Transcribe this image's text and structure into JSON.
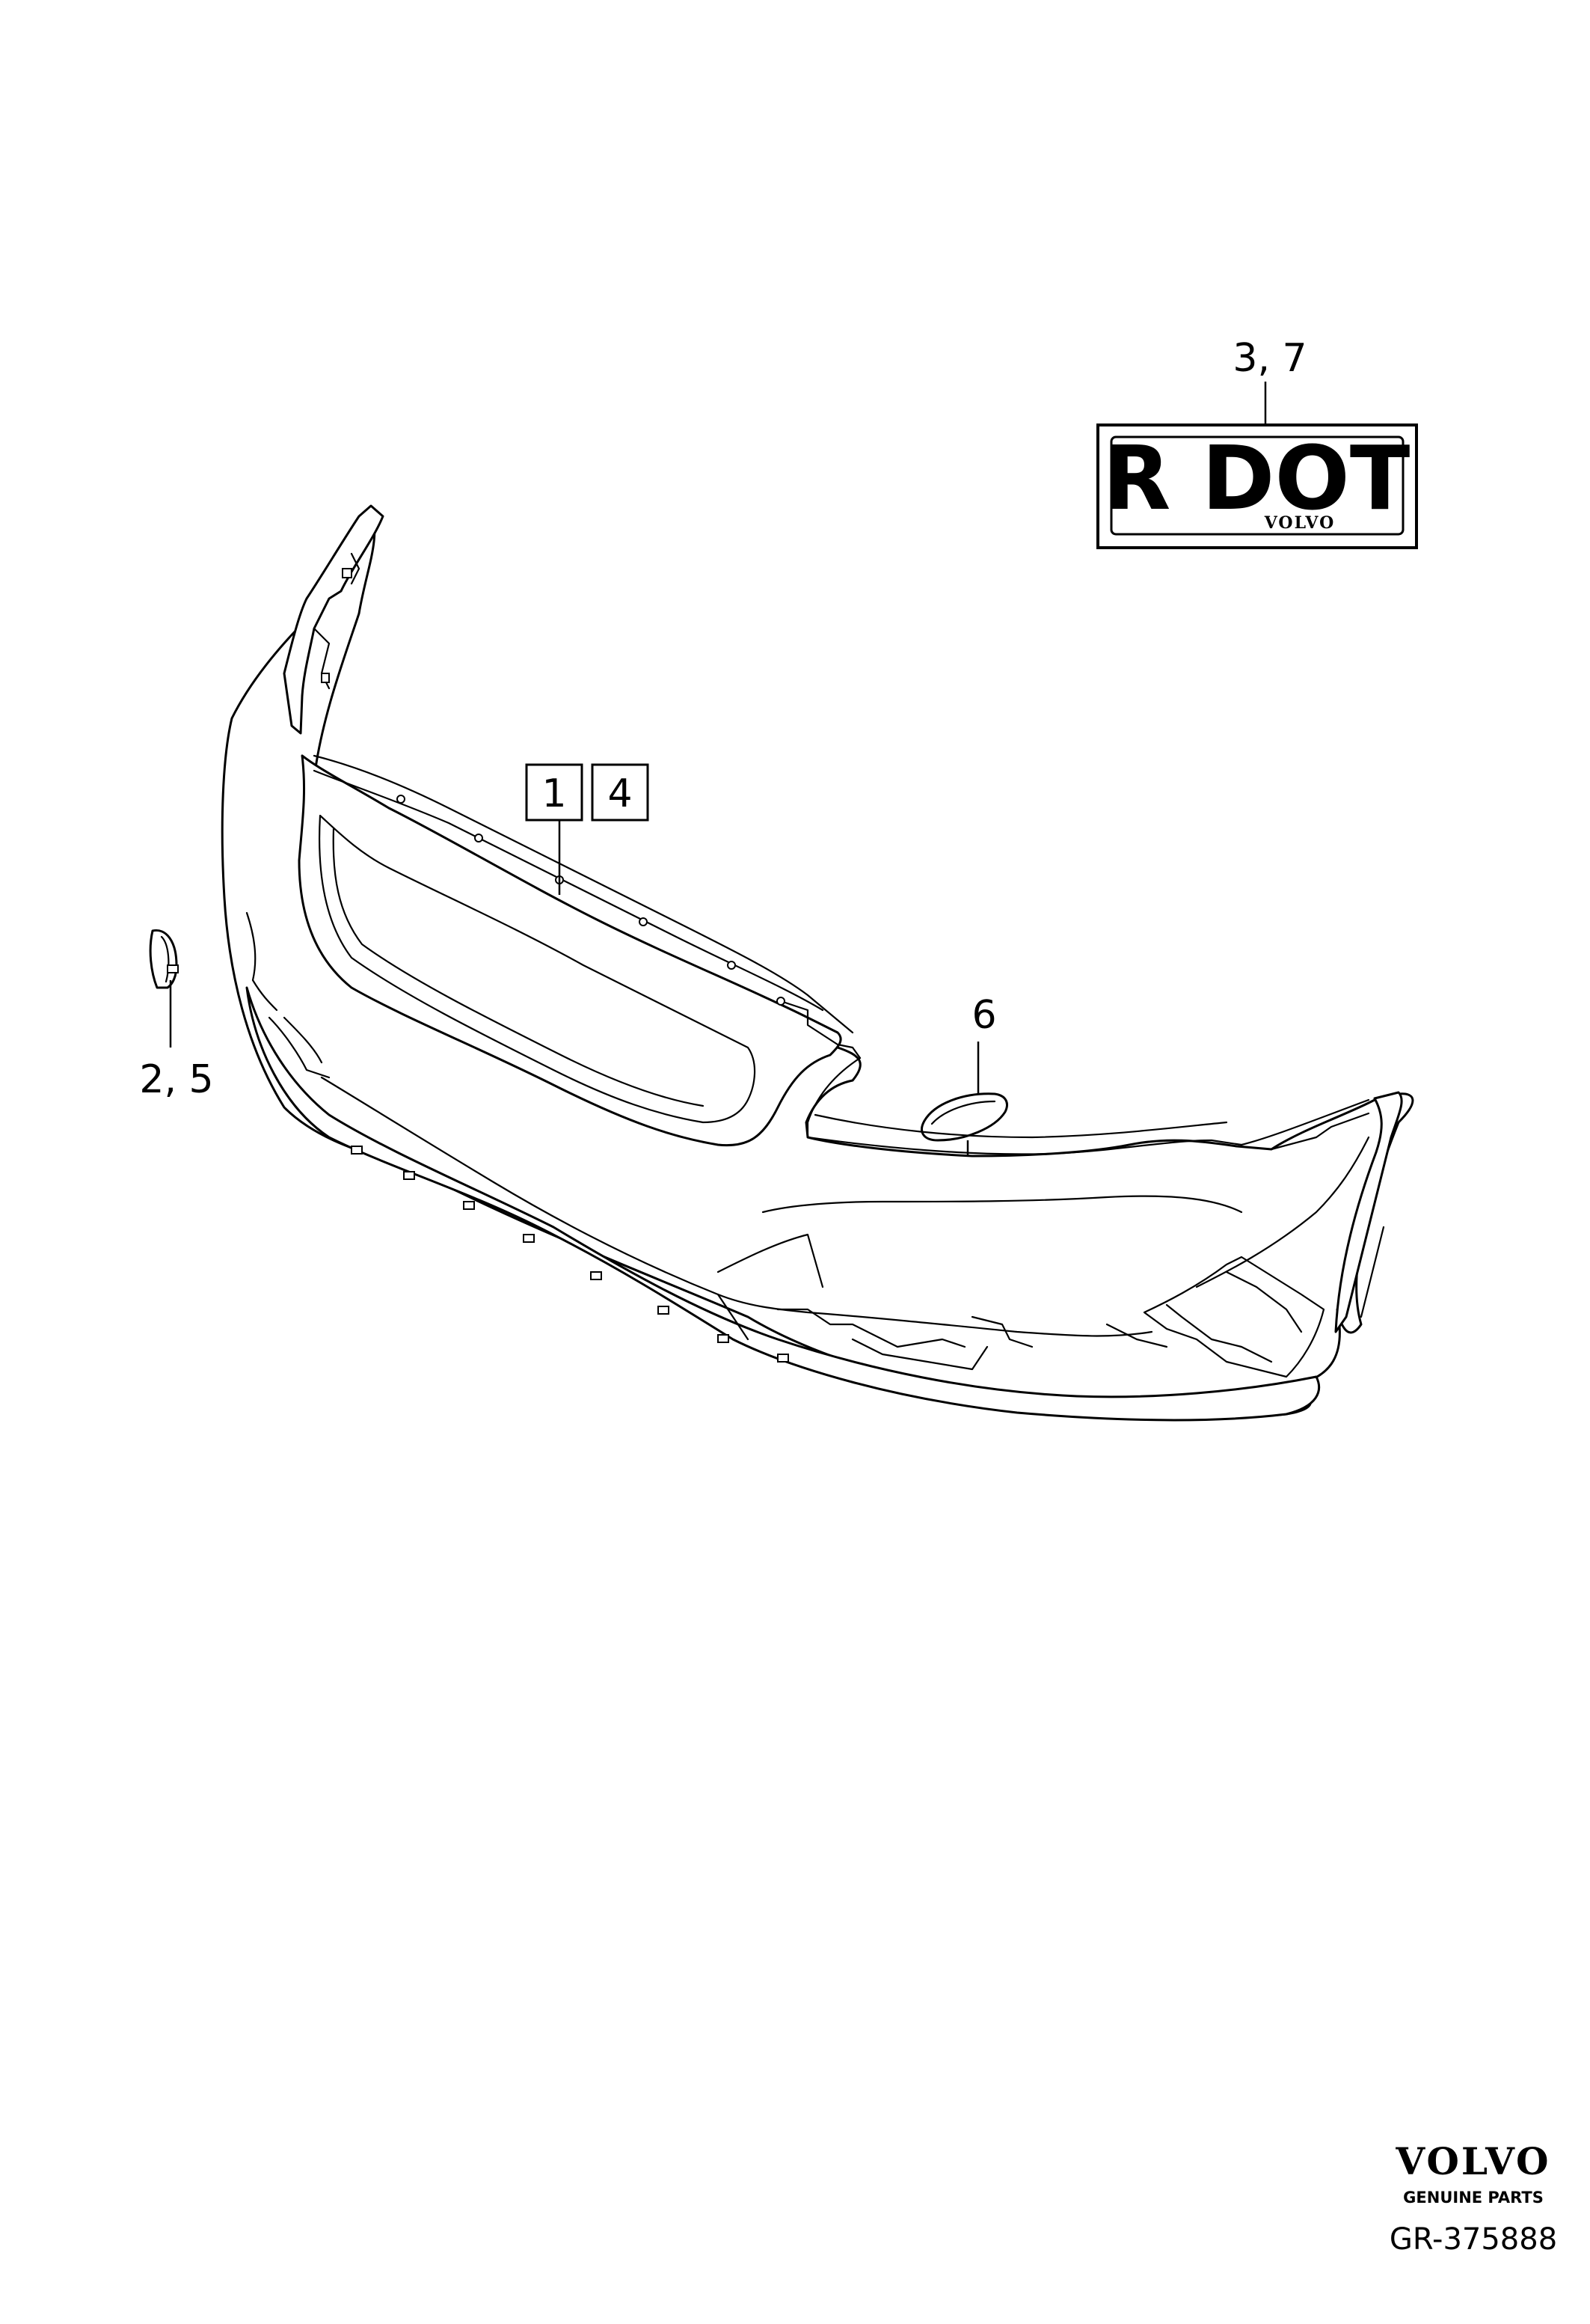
{
  "callouts": {
    "label_part": "3, 7",
    "fog_cover_part": "2, 5",
    "washer_cap_part": "6",
    "bumper_box_a": "1",
    "bumper_box_b": "4"
  },
  "label_plate": {
    "main_text": "R DOT",
    "sub_text": "VOLVO"
  },
  "footer": {
    "brand": "VOLVO",
    "tagline": "GENUINE PARTS",
    "reference": "GR-375888"
  }
}
